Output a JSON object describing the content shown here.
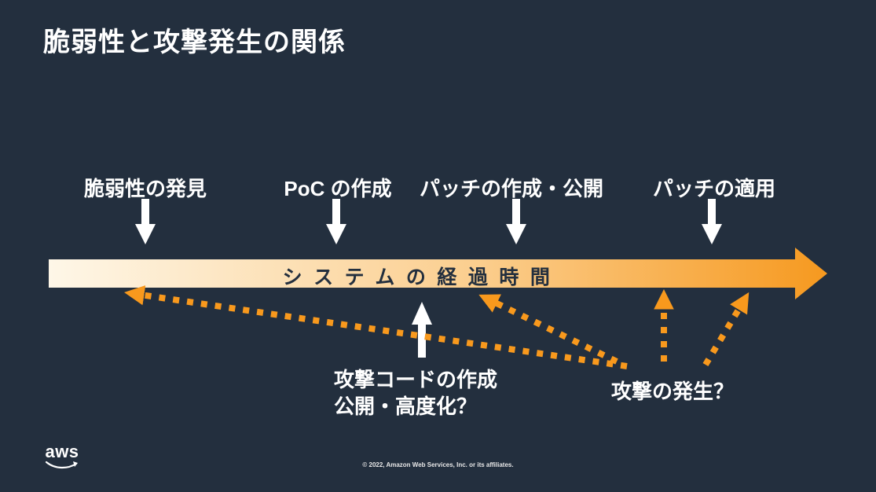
{
  "slide": {
    "title": "脆弱性と攻撃発生の関係",
    "background_color": "#232F3E",
    "accent_orange": "#F8991D",
    "timeline_gradient": [
      "#FEF7E8",
      "#F6991F"
    ]
  },
  "timeline": {
    "label": "システムの経過時間"
  },
  "milestones": [
    {
      "label": "脆弱性の発見"
    },
    {
      "label": "PoC の作成"
    },
    {
      "label": "パッチの作成・公開"
    },
    {
      "label": "パッチの適用"
    }
  ],
  "annotations": {
    "attack_code_line1": "攻撃コードの作成",
    "attack_code_line2": "公開・高度化？",
    "attack_occurrence": "攻撃の発生？"
  },
  "footer": {
    "logo_text": "aws",
    "copyright": "© 2022, Amazon Web Services, Inc. or its affiliates."
  }
}
